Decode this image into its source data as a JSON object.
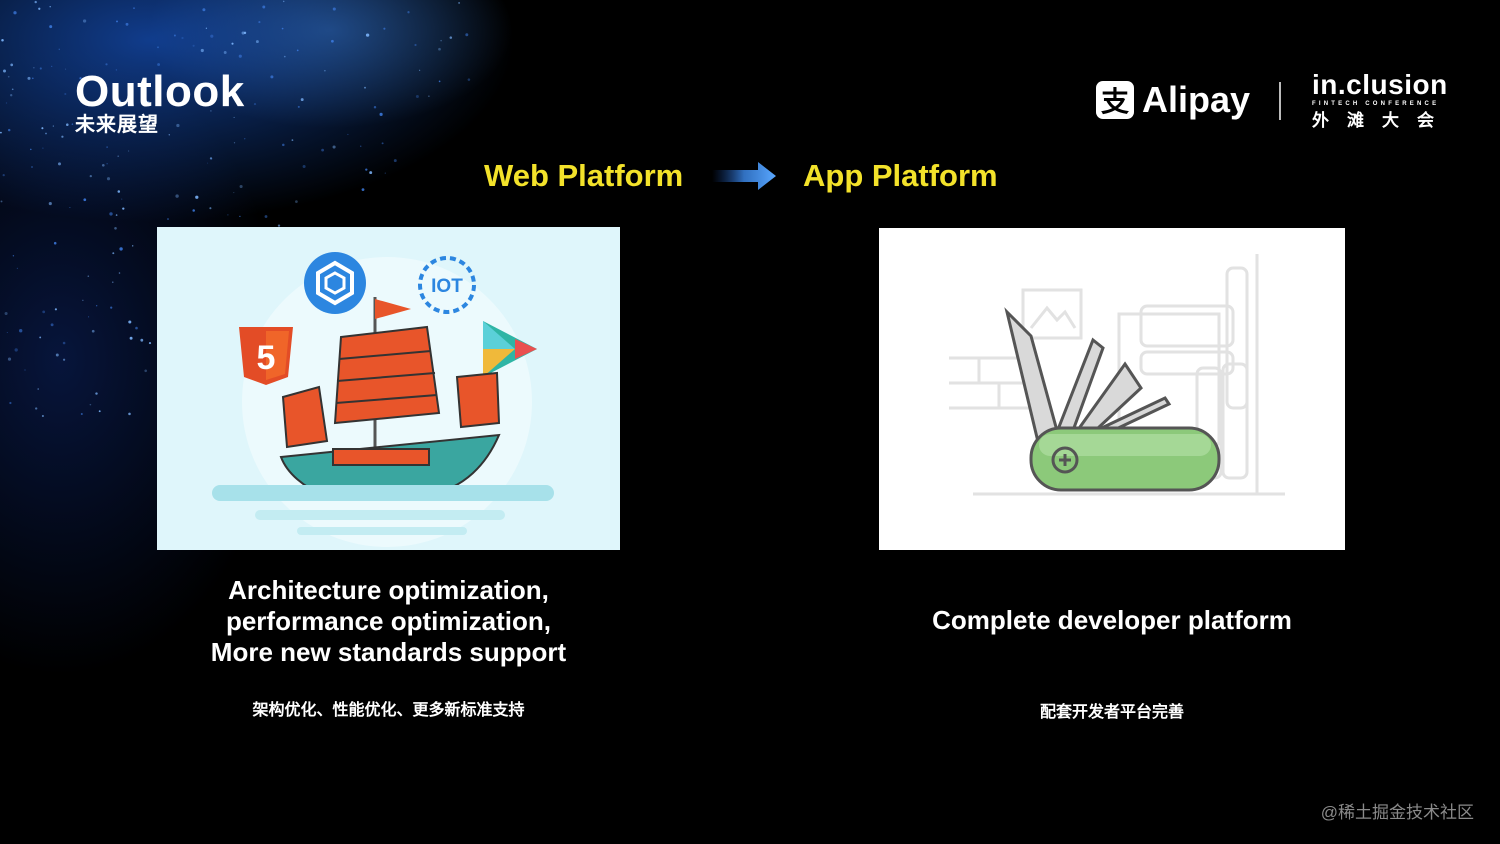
{
  "brand": {
    "title": "Outlook",
    "subtitle": "未来展望"
  },
  "sponsor": {
    "alipay_glyph": "支",
    "alipay_name": "Alipay",
    "inclusion_name": "in.clusion",
    "inclusion_tag": "FINTECH CONFERENCE",
    "inclusion_cn": "外滩大会"
  },
  "flow": {
    "from": "Web Platform",
    "to": "App Platform",
    "arrow_icon": "right-arrow-icon"
  },
  "left": {
    "caption_lines": [
      "Architecture optimization,",
      "performance optimization,",
      "More new standards support"
    ],
    "caption_cn": "架构优化、性能优化、更多新标准支持",
    "icons": [
      "hexagon-logo-icon",
      "iot-icon",
      "html5-icon",
      "play-store-icon",
      "junk-ship-icon"
    ],
    "iot_text": "IOT",
    "html5_glyph": "5"
  },
  "right": {
    "caption": "Complete developer platform",
    "caption_cn": "配套开发者平台完善",
    "icons": [
      "swiss-army-knife-icon"
    ]
  },
  "watermark": "@稀土掘金技术社区",
  "colors": {
    "accent_yellow": "#f3e22a",
    "sail_orange": "#e8552a",
    "knife_green": "#8cc97a"
  }
}
